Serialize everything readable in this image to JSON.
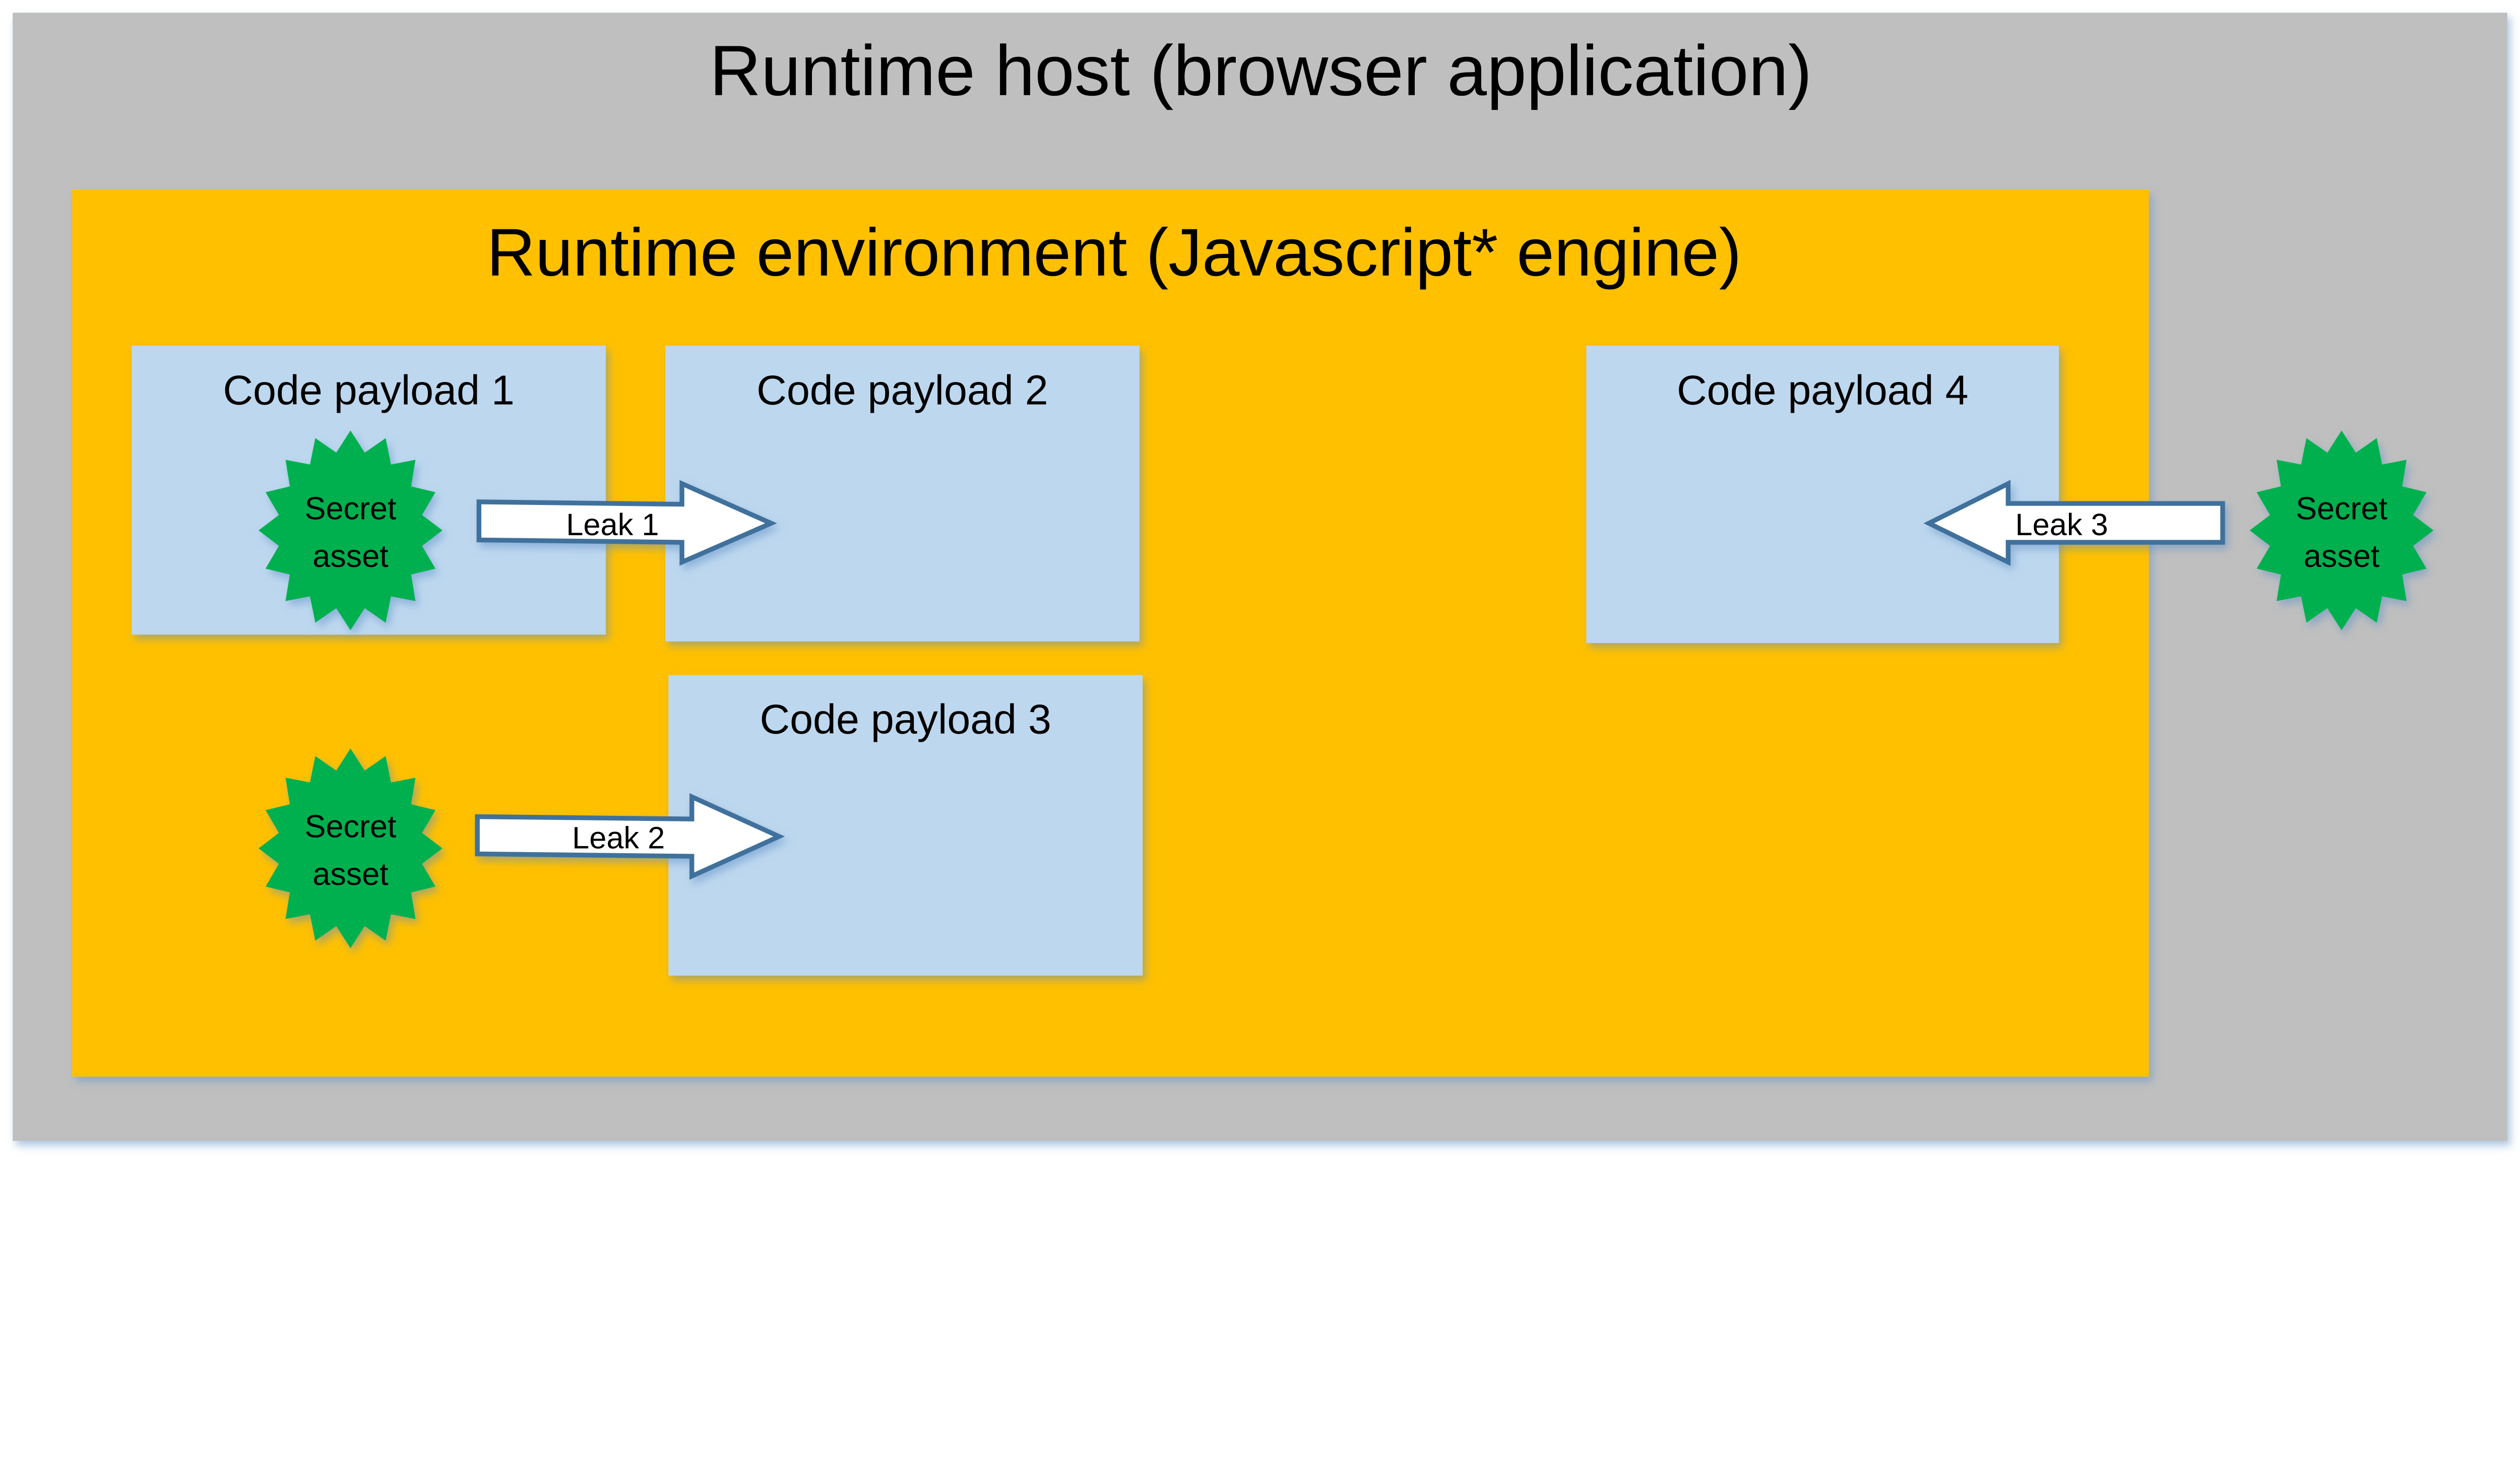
{
  "host": {
    "title": "Runtime host (browser application)",
    "color": "#bfbfbf"
  },
  "environment": {
    "title": "Runtime environment (Javascript* engine)",
    "color": "#ffc000"
  },
  "payloads": [
    {
      "label": "Code payload 1"
    },
    {
      "label": "Code payload 2"
    },
    {
      "label": "Code payload 3"
    },
    {
      "label": "Code payload 4"
    }
  ],
  "payload_color": "#bdd7ee",
  "secrets": [
    {
      "line1": "Secret",
      "line2": "asset"
    },
    {
      "line1": "Secret",
      "line2": "asset"
    },
    {
      "line1": "Secret",
      "line2": "asset"
    }
  ],
  "secret_color": "#00b050",
  "leaks": [
    {
      "label": "Leak 1",
      "direction": "right"
    },
    {
      "label": "Leak 2",
      "direction": "right"
    },
    {
      "label": "Leak 3",
      "direction": "left"
    }
  ],
  "arrow_stroke": "#41719c"
}
